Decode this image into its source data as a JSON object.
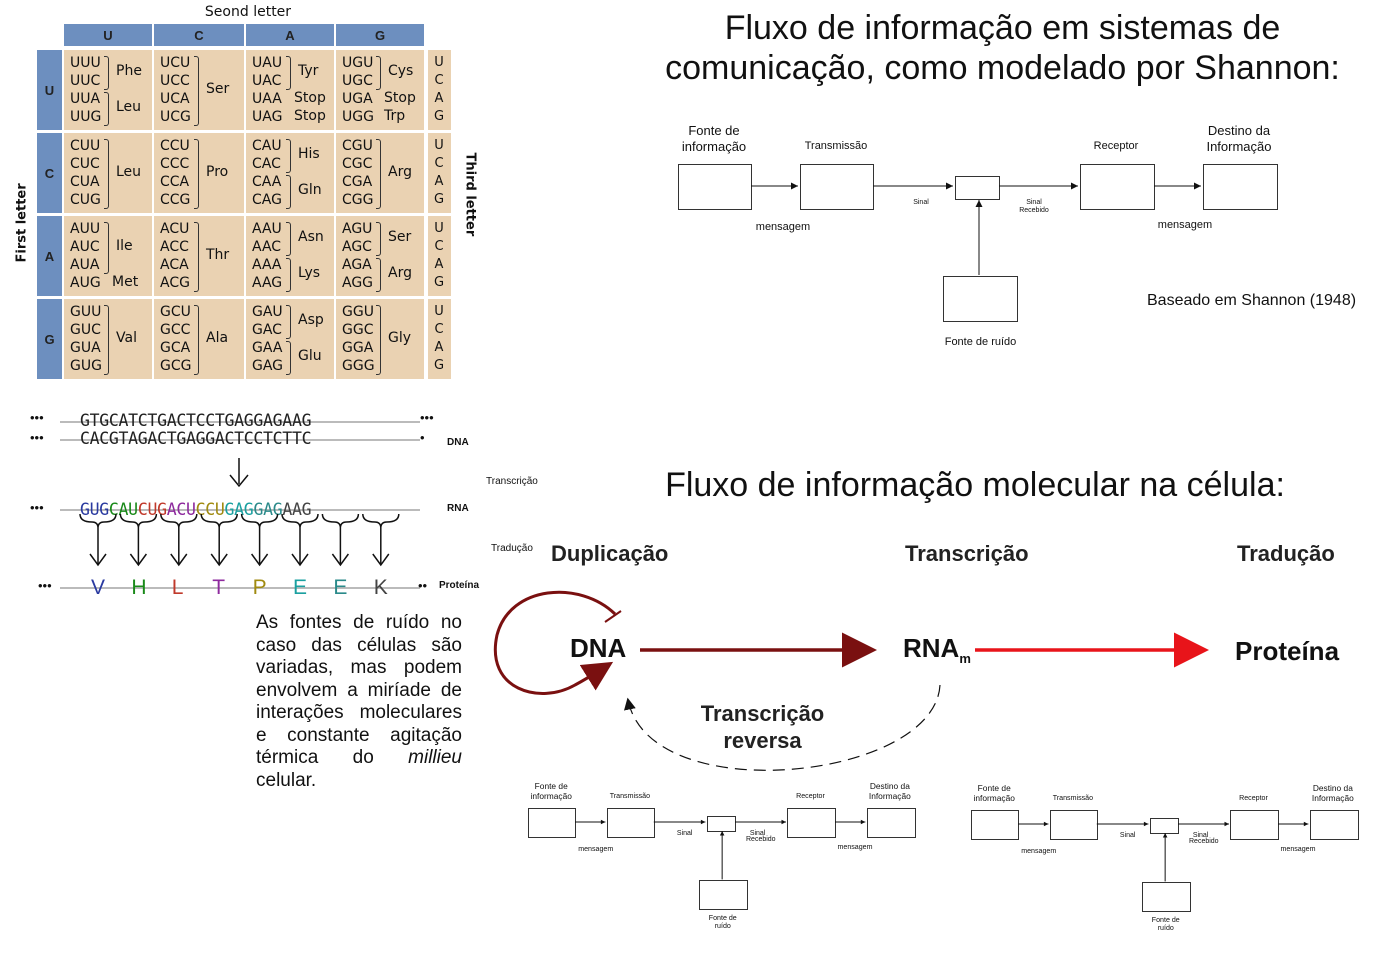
{
  "codon_table": {
    "second_letter_label": "Seond letter",
    "first_letter_label": "First letter",
    "third_letter_label": "Third letter",
    "column_headers": [
      "U",
      "C",
      "A",
      "G"
    ],
    "row_headers": [
      "U",
      "C",
      "A",
      "G"
    ],
    "third_letters": [
      "U",
      "C",
      "A",
      "G"
    ],
    "blocks": [
      [
        {
          "codons": [
            "UUU",
            "UUC",
            "UUA",
            "UUG"
          ],
          "aa": [
            {
              "name": "Phe",
              "span": [
                0,
                1
              ]
            },
            {
              "name": "Leu",
              "span": [
                2,
                3
              ]
            }
          ]
        },
        {
          "codons": [
            "UCU",
            "UCC",
            "UCA",
            "UCG"
          ],
          "aa": [
            {
              "name": "Ser",
              "span": [
                0,
                3
              ]
            }
          ]
        },
        {
          "codons": [
            "UAU",
            "UAC",
            "UAA",
            "UAG"
          ],
          "aa": [
            {
              "name": "Tyr",
              "span": [
                0,
                1
              ]
            },
            {
              "name": "Stop",
              "span": [
                2,
                2
              ]
            },
            {
              "name": "Stop",
              "span": [
                3,
                3
              ]
            }
          ]
        },
        {
          "codons": [
            "UGU",
            "UGC",
            "UGA",
            "UGG"
          ],
          "aa": [
            {
              "name": "Cys",
              "span": [
                0,
                1
              ]
            },
            {
              "name": "Stop",
              "span": [
                2,
                2
              ]
            },
            {
              "name": "Trp",
              "span": [
                3,
                3
              ]
            }
          ]
        }
      ],
      [
        {
          "codons": [
            "CUU",
            "CUC",
            "CUA",
            "CUG"
          ],
          "aa": [
            {
              "name": "Leu",
              "span": [
                0,
                3
              ]
            }
          ]
        },
        {
          "codons": [
            "CCU",
            "CCC",
            "CCA",
            "CCG"
          ],
          "aa": [
            {
              "name": "Pro",
              "span": [
                0,
                3
              ]
            }
          ]
        },
        {
          "codons": [
            "CAU",
            "CAC",
            "CAA",
            "CAG"
          ],
          "aa": [
            {
              "name": "His",
              "span": [
                0,
                1
              ]
            },
            {
              "name": "Gln",
              "span": [
                2,
                3
              ]
            }
          ]
        },
        {
          "codons": [
            "CGU",
            "CGC",
            "CGA",
            "CGG"
          ],
          "aa": [
            {
              "name": "Arg",
              "span": [
                0,
                3
              ]
            }
          ]
        }
      ],
      [
        {
          "codons": [
            "AUU",
            "AUC",
            "AUA",
            "AUG"
          ],
          "aa": [
            {
              "name": "Ile",
              "span": [
                0,
                2
              ]
            },
            {
              "name": "Met",
              "span": [
                3,
                3
              ]
            }
          ]
        },
        {
          "codons": [
            "ACU",
            "ACC",
            "ACA",
            "ACG"
          ],
          "aa": [
            {
              "name": "Thr",
              "span": [
                0,
                3
              ]
            }
          ]
        },
        {
          "codons": [
            "AAU",
            "AAC",
            "AAA",
            "AAG"
          ],
          "aa": [
            {
              "name": "Asn",
              "span": [
                0,
                1
              ]
            },
            {
              "name": "Lys",
              "span": [
                2,
                3
              ]
            }
          ]
        },
        {
          "codons": [
            "AGU",
            "AGC",
            "AGA",
            "AGG"
          ],
          "aa": [
            {
              "name": "Ser",
              "span": [
                0,
                1
              ]
            },
            {
              "name": "Arg",
              "span": [
                2,
                3
              ]
            }
          ]
        }
      ],
      [
        {
          "codons": [
            "GUU",
            "GUC",
            "GUA",
            "GUG"
          ],
          "aa": [
            {
              "name": "Val",
              "span": [
                0,
                3
              ]
            }
          ]
        },
        {
          "codons": [
            "GCU",
            "GCC",
            "GCA",
            "GCG"
          ],
          "aa": [
            {
              "name": "Ala",
              "span": [
                0,
                3
              ]
            }
          ]
        },
        {
          "codons": [
            "GAU",
            "GAC",
            "GAA",
            "GAG"
          ],
          "aa": [
            {
              "name": "Asp",
              "span": [
                0,
                1
              ]
            },
            {
              "name": "Glu",
              "span": [
                2,
                3
              ]
            }
          ]
        },
        {
          "codons": [
            "GGU",
            "GGC",
            "GGA",
            "GGG"
          ],
          "aa": [
            {
              "name": "Gly",
              "span": [
                0,
                3
              ]
            }
          ]
        }
      ]
    ]
  },
  "shannon": {
    "title_line1": "Fluxo de informação em sistemas de",
    "title_line2": "comunicação, como modelado por Shannon:",
    "source_l1": "Fonte de",
    "source_l2": "informação",
    "transmission": "Transmissão",
    "receiver": "Receptor",
    "dest_l1": "Destino da",
    "dest_l2": "Informação",
    "signal": "Sinal",
    "received_l1": "Sinal",
    "received_l2": "Recebido",
    "message": "mensagem",
    "noise": "Fonte de ruído",
    "noise_l1": "Fonte de",
    "noise_l2": "ruído",
    "citation": "Baseado em Shannon (1948)"
  },
  "sequence": {
    "dots": "•••",
    "dna_top": "GTGCATCTGACTCCTGAGGAGAAG",
    "dna_bottom": "CACGTAGACTGAGGACTCCTCTTC",
    "dna_label": "DNA",
    "transcription_label": "Transcrição",
    "rna_codons": [
      "GUG",
      "CAU",
      "CUG",
      "ACU",
      "CCU",
      "GAG",
      "GAG",
      "AAG"
    ],
    "rna_label": "RNA",
    "translation_label": "Tradução",
    "protein": [
      "V",
      "H",
      "L",
      "T",
      "P",
      "E",
      "E",
      "K"
    ],
    "protein_label": "Proteína",
    "codon_colors": [
      "#2a3aa0",
      "#1a8a1a",
      "#c0392b",
      "#8e2a9e",
      "#a08a10",
      "#1aa0a0",
      "#2a8a8a",
      "#444444"
    ]
  },
  "molecular": {
    "title": "Fluxo de informação molecular na célula:",
    "duplication": "Duplicação",
    "transcription": "Transcrição",
    "translation": "Tradução",
    "dna": "DNA",
    "rna": "RNA",
    "rna_sub": "m",
    "protein": "Proteína",
    "reverse_l1": "Transcrição",
    "reverse_l2": "reversa",
    "dark_red": "#7a1010",
    "red": "#e8141a"
  },
  "noise_text": {
    "part1": "As fontes de ruído no caso das células são variadas, mas podem envolvem a miríade de interações moleculares  e constante agitação térmica do ",
    "italic": "millieu",
    "part2": " celular."
  }
}
